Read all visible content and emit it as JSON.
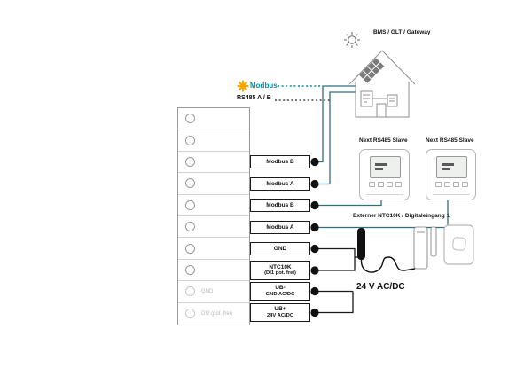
{
  "header": {
    "gateway_label": "BMS / GLT / Gateway",
    "modbus_logo_text": "Modbus",
    "rs485_label": "RS485 A / B"
  },
  "terminal_block": {
    "unused_rows": [
      {
        "label": "GND"
      },
      {
        "label": "DI2 (pot. frei)"
      }
    ]
  },
  "connectors": [
    {
      "line1": "Modbus B"
    },
    {
      "line1": "Modbus A"
    },
    {
      "line1": "Modbus B"
    },
    {
      "line1": "Modbus A"
    },
    {
      "line1": "GND"
    },
    {
      "line1": "NTC10K",
      "line2": "(DI1 pot. frei)"
    },
    {
      "line1": "UB-",
      "line2": "GND AC/DC"
    },
    {
      "line1": "UB+",
      "line2": "24V AC/DC"
    }
  ],
  "devices": {
    "slave1_label": "Next RS485 Slave",
    "slave2_label": "Next RS485 Slave",
    "sensor_group_label": "Externer NTC10K / Digitaleingang 1",
    "power_label": "24 V AC/DC"
  },
  "icons": {
    "modbus_star": "modbus-star-icon",
    "sun": "sun-icon",
    "building": "building-gateway-icon",
    "solar_panel": "solar-panel-icon",
    "thermostat": "thermostat-device-icon",
    "lcd": "lcd-display",
    "temperature_probe": "temperature-probe-icon",
    "door_contact": "door-contact-icon",
    "wall_sensor": "wall-sensor-icon",
    "connector_dot": "connector-dot"
  },
  "colors": {
    "wire_modbus": "#2e6e7e",
    "wire_power": "#1a1a1a",
    "modbus_star": "#f7a600",
    "modbus_text": "#0090a4",
    "muted_text": "#b5b5b5",
    "outline_gray": "#9a9a9a"
  }
}
